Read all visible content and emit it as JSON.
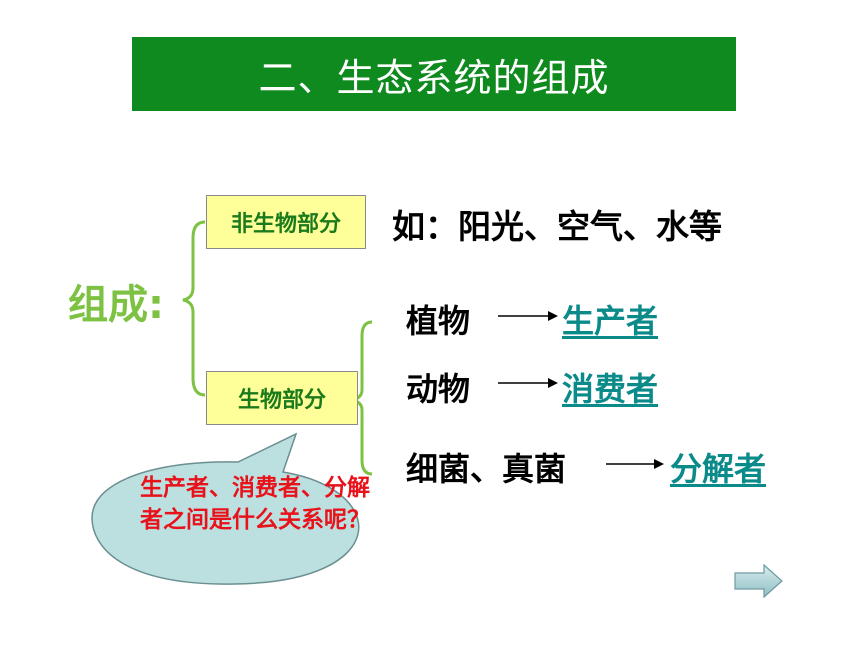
{
  "title": "二、生态系统的组成",
  "root_label": "组成:",
  "nonliving": {
    "label": "非生物部分",
    "examples": "如：阳光、空气、水等"
  },
  "living": {
    "label": "生物部分",
    "items": [
      {
        "organism": "植物",
        "role": "生产者"
      },
      {
        "organism": "动物",
        "role": "消费者"
      },
      {
        "organism": "细菌、真菌",
        "role": "分解者"
      }
    ]
  },
  "question_bubble": "生产者、消费者、分解者之间是什么关系呢？",
  "icons": {
    "next": "right-arrow-icon"
  },
  "colors": {
    "title_bg": "#0f8a1e",
    "root_green": "#7dc242",
    "box_fill": "#ffff99",
    "box_text": "#1b7a1b",
    "role_teal": "#0b8a8a",
    "bubble_fill": "#bcdfe0",
    "bubble_text": "#e8121a"
  }
}
